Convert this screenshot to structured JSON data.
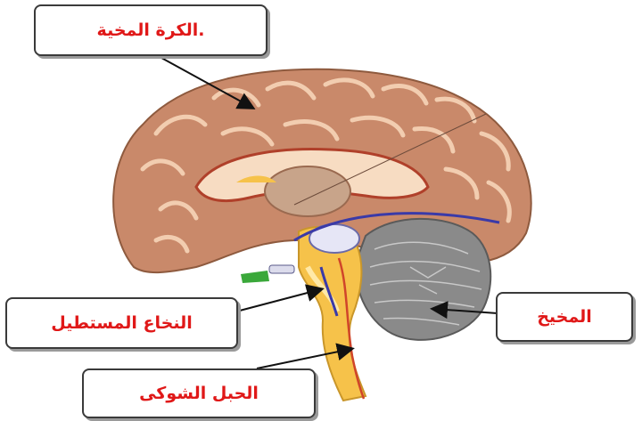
{
  "labels": {
    "cerebrum": ".الكرة المخية",
    "medulla": "النخاع المستطيل",
    "cerebellum": "المخيخ",
    "spinal_cord": "الحبل الشوكى"
  },
  "colors": {
    "label_text": "#e01818",
    "cortex": "#c9896a",
    "gyrus_line": "#f2cdb0",
    "brainstem": "#f6c24a",
    "cerebellum": "#8a8a8a",
    "tract": "#3a3aa8"
  }
}
